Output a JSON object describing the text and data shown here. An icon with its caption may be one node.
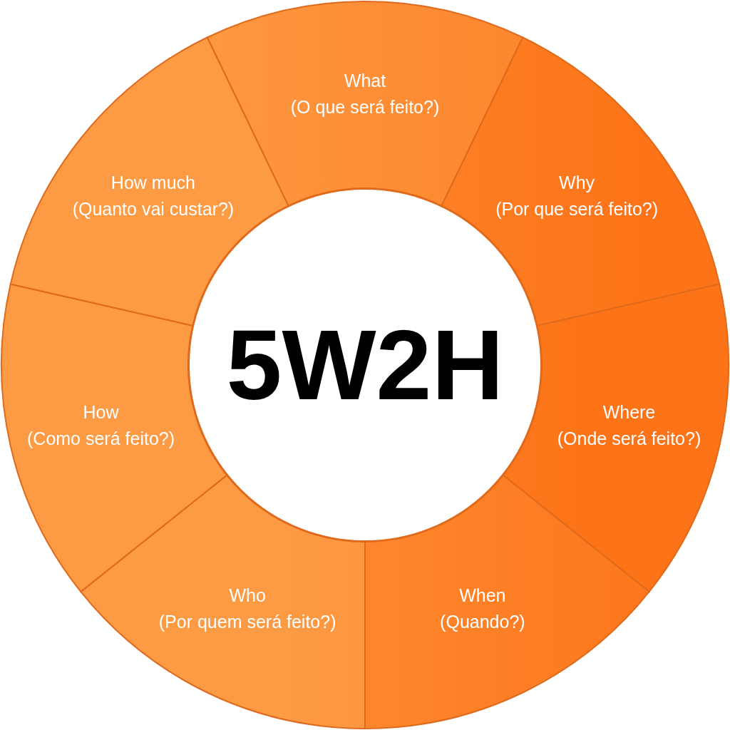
{
  "diagram": {
    "nodes": [
      {
        "text": [
          "What",
          "(O que será feito?)"
        ]
      },
      {
        "text": [
          "Why",
          "(Por que será feito?)"
        ]
      },
      {
        "text": [
          "Where",
          "(Onde será feito?)"
        ]
      },
      {
        "text": [
          "When",
          "(Quando?)"
        ]
      },
      {
        "text": [
          "Who",
          "(Por quem será feito?)"
        ]
      },
      {
        "text": [
          "How",
          "(Como será feito?)"
        ]
      },
      {
        "text": [
          "How much",
          "(Quanto vai custar?)"
        ]
      },
      {
        "text": [
          "5W2H"
        ]
      }
    ]
  }
}
